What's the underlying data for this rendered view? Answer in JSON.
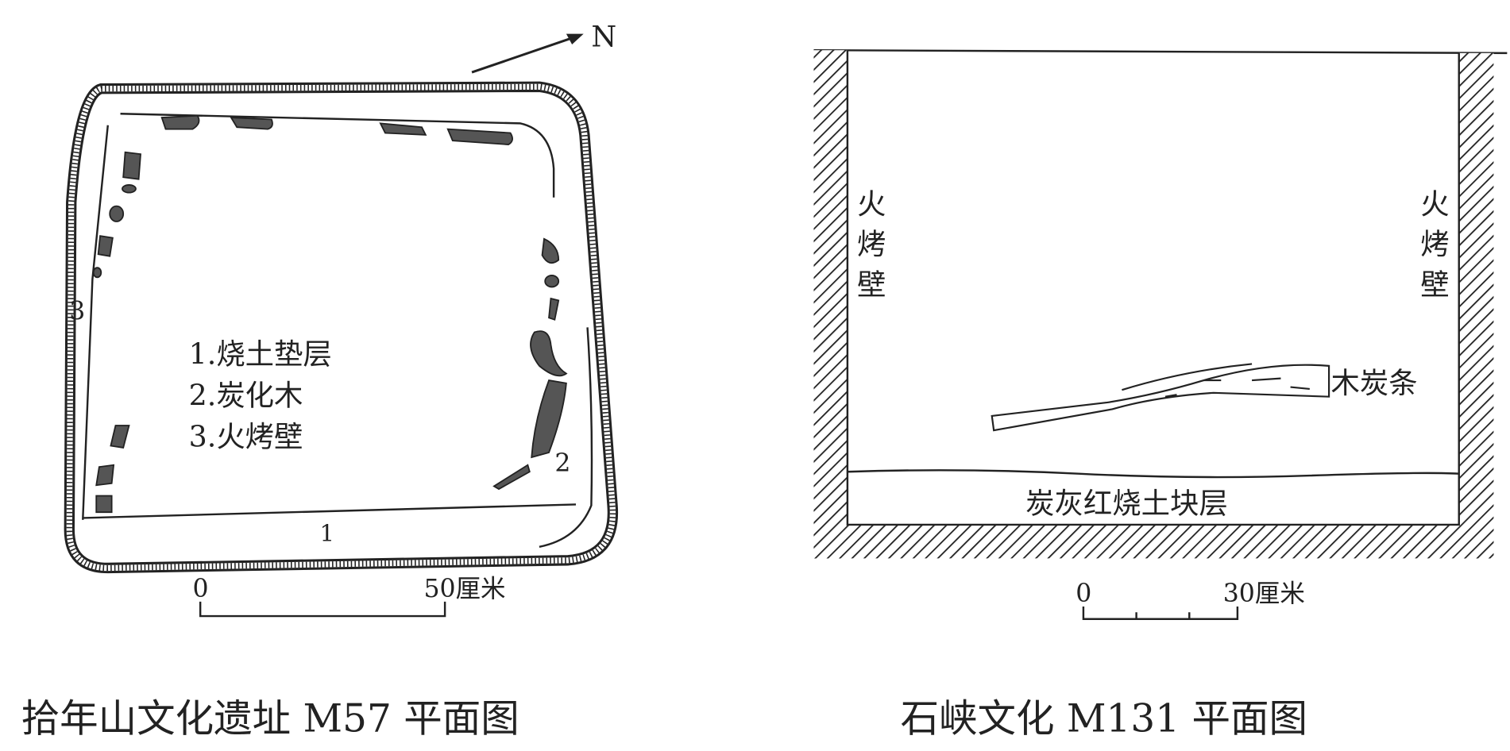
{
  "left_figure": {
    "north_label": "N",
    "wall_number": "3",
    "legend": [
      "1.烧土垫层",
      "2.炭化木",
      "3.火烤壁"
    ],
    "charcoal_number": "2",
    "layer_number": "1",
    "scale_start": "0",
    "scale_end": "50厘米",
    "caption": "拾年山文化遗址 M57 平面图"
  },
  "right_figure": {
    "left_wall_label": [
      "火",
      "烤",
      "壁"
    ],
    "right_wall_label": [
      "火",
      "烤",
      "壁"
    ],
    "charcoal_label": "木炭条",
    "floor_layer_label": "炭灰红烧土块层",
    "scale_start": "0",
    "scale_end": "30厘米",
    "caption": "石峡文化 M131 平面图"
  },
  "colors": {
    "ink": "#222222",
    "charcoal_fill": "#555555"
  }
}
